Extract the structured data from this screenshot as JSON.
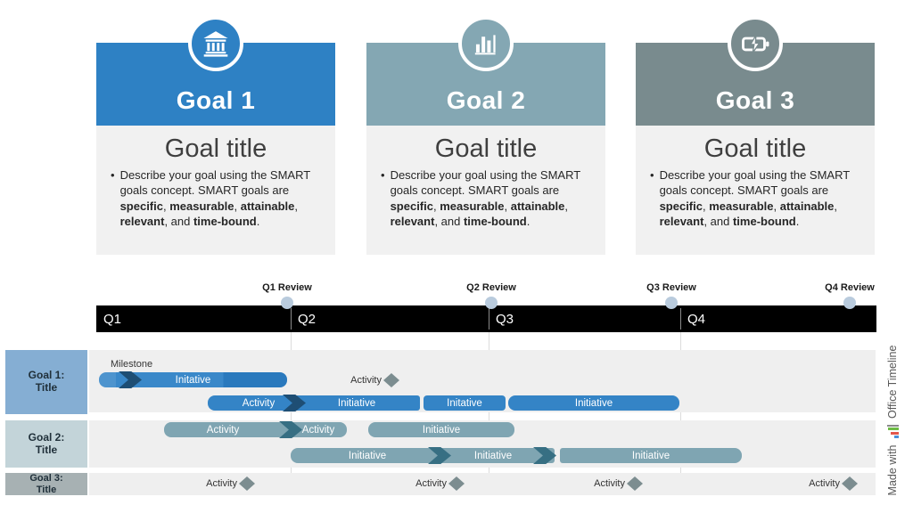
{
  "cards": [
    {
      "title": "Goal 1",
      "subtitle": "Goal title",
      "icon": "bank-icon",
      "accent": "#2E81C4"
    },
    {
      "title": "Goal 2",
      "subtitle": "Goal title",
      "icon": "bar-chart-icon",
      "accent": "#84A7B3"
    },
    {
      "title": "Goal 3",
      "subtitle": "Goal title",
      "icon": "battery-charging-icon",
      "accent": "#798B8E"
    }
  ],
  "bullet": {
    "marker": "•",
    "lead": "Describe your goal using the SMART goals concept. SMART goals are ",
    "bold1": "specific",
    "sep1": ", ",
    "bold2": "measurable",
    "sep2": ", ",
    "bold3": "attainable",
    "sep3": ", ",
    "bold4": "relevant",
    "sep4": ", and ",
    "bold5": "time-bound",
    "end": "."
  },
  "timeline": {
    "quarters": [
      "Q1",
      "Q2",
      "Q3",
      "Q4"
    ],
    "reviews": [
      "Q1 Review",
      "Q2 Review",
      "Q3 Review",
      "Q4 Review"
    ],
    "lane1": {
      "label_line1": "Goal 1:",
      "label_line2": "Title",
      "milestone_label": "Milestone",
      "bar1": "Initative",
      "activity1": "Activity",
      "bar2_seg1": "Activity",
      "bar2_seg2": "Initiative",
      "bar3": "Initative",
      "bar4": "Initiative"
    },
    "lane2": {
      "label_line1": "Goal 2:",
      "label_line2": "Title",
      "barA_seg1": "Activity",
      "barA_seg2": "Activity",
      "barA2": "Initiative",
      "barB_seg1": "Initiative",
      "barB_seg2": "Initiative",
      "barB2": "Initiative"
    },
    "lane3": {
      "label_line1": "Goal 3:",
      "label_line2": "Title",
      "act1": "Activity",
      "act2": "Activity",
      "act3": "Activity",
      "act4": "Activity"
    }
  },
  "brand": {
    "made_with": "Made with",
    "name": "Office Timeline"
  },
  "colors": {
    "accent_goal1": "#2E81C4",
    "accent_goal2": "#84A7B3",
    "accent_goal3": "#798B8E",
    "bar_blue": "#3484C6",
    "bar_teal": "#7FA5B2",
    "chevron_navy": "#1E4E74",
    "chevron_teal": "#376F83",
    "diamond_gray": "#7C8D90",
    "review_dot": "#B9CBDD",
    "lane_label1": "#85AED3",
    "lane_label2": "#C3D4D9",
    "lane_label3": "#A7B1B3",
    "card_body_bg": "#F1F1F1"
  }
}
